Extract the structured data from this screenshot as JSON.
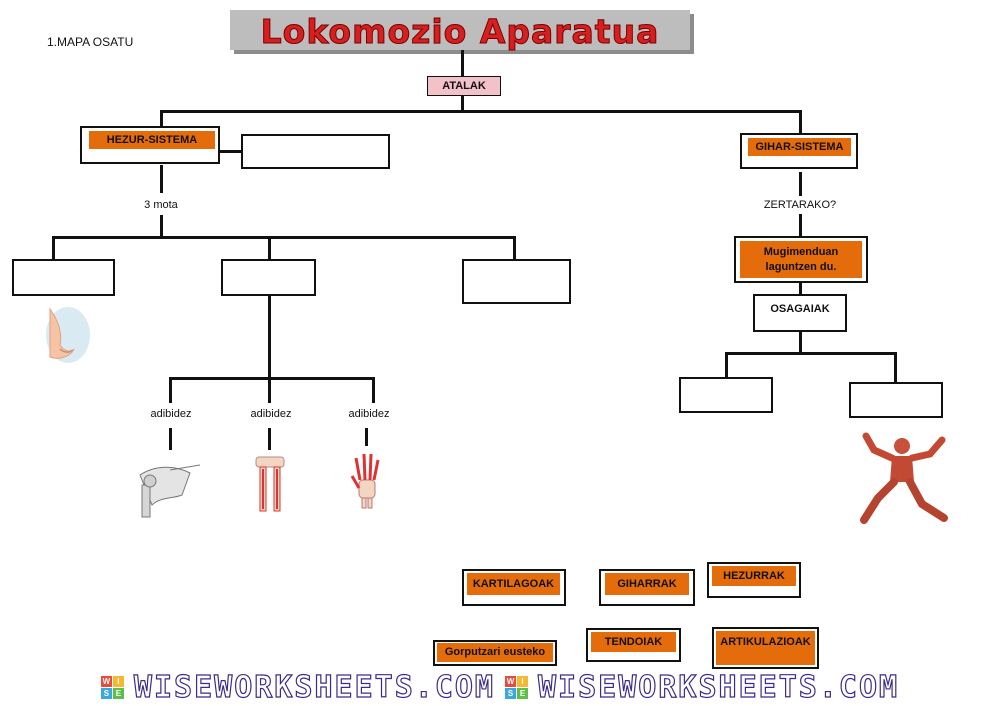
{
  "title": "Lokomozio Aparatua",
  "task": "1.MAPA OSATU",
  "tree": {
    "root": "ATALAK",
    "left_branch": "HEZUR-SISTEMA",
    "left_sub": "3 mota",
    "examples": [
      "adibidez",
      "adibidez",
      "adibidez"
    ],
    "right_branch": "GIHAR-SISTEMA",
    "right_question": "ZERTARAKO?",
    "right_answer": "Mugimenduan laguntzen du.",
    "right_components": "OSAGAIAK"
  },
  "answer_bank": [
    "KARTILAGOAK",
    "GIHARRAK",
    "HEZURRAK",
    "Gorputzari eusteko",
    "TENDOIAK",
    "ARTIKULAZIOAK"
  ],
  "footer": {
    "brand": "WISEWORKSHEETS.COM",
    "brand2": "WISEWORKSHEETS.COM"
  },
  "images": [
    "nose-image",
    "shoulder-bone-image",
    "leg-bones-image",
    "hand-bones-image",
    "muscle-figure-image"
  ]
}
